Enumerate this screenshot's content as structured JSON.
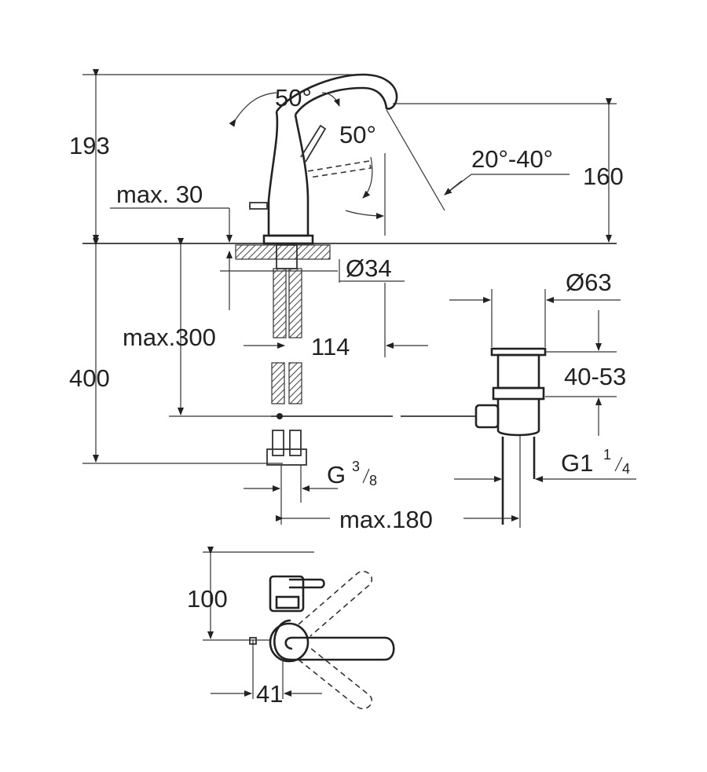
{
  "dimensions": {
    "height_193": "193",
    "height_160": "160",
    "angle_50_top": "50°",
    "angle_50_side": "50°",
    "angle_20_40": "20°-40°",
    "max_30": "max. 30",
    "dia_34": "Ø34",
    "dia_63": "Ø63",
    "max_300": "max.300",
    "dim_114": "114",
    "dim_400": "400",
    "range_40_53": "40-53",
    "thread_g": "G",
    "thread_g_num": "3",
    "thread_g_den": "8",
    "thread_g1": "G1",
    "thread_g1_num": "1",
    "thread_g1_den": "4",
    "max_180": "max.180",
    "dim_100": "100",
    "dim_41": "41"
  }
}
